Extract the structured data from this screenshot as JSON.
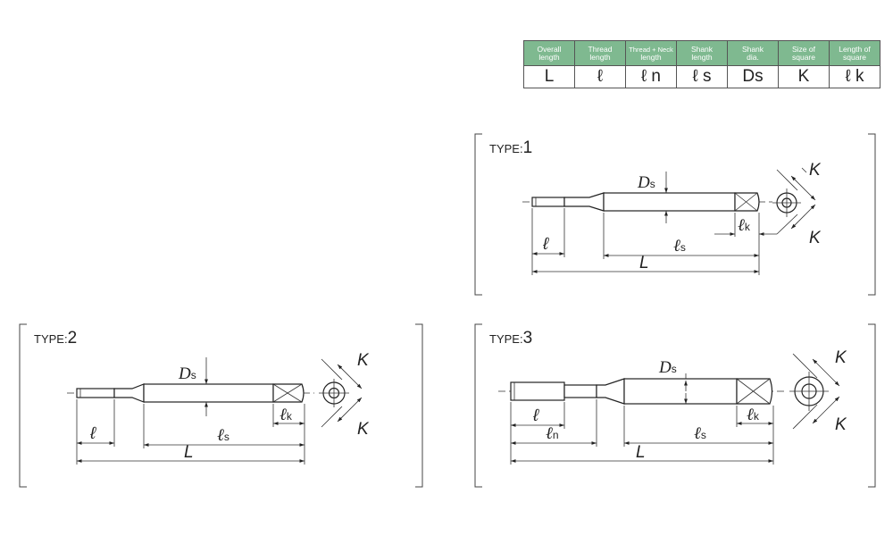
{
  "table": {
    "headers": [
      {
        "line1": "Overall",
        "line2": "length"
      },
      {
        "line1": "Thread",
        "line2": "length"
      },
      {
        "line1": "Thread + Neck",
        "line2": "length"
      },
      {
        "line1": "Shank",
        "line2": "length"
      },
      {
        "line1": "Shank",
        "line2": "dia."
      },
      {
        "line1": "Size of",
        "line2": "square"
      },
      {
        "line1": "Length of",
        "line2": "square"
      }
    ],
    "symbols": [
      "L",
      "ℓ",
      "ℓ n",
      "ℓ s",
      "Ds",
      "K",
      "ℓ k"
    ]
  },
  "type_prefix": "TYPE:",
  "types": [
    {
      "number": "1"
    },
    {
      "number": "2"
    },
    {
      "number": "3"
    }
  ],
  "labels": {
    "L": "L",
    "ell": "ℓ",
    "D": "D",
    "K": "K",
    "sub_s": "s",
    "sub_k": "k",
    "sub_n": "n"
  }
}
